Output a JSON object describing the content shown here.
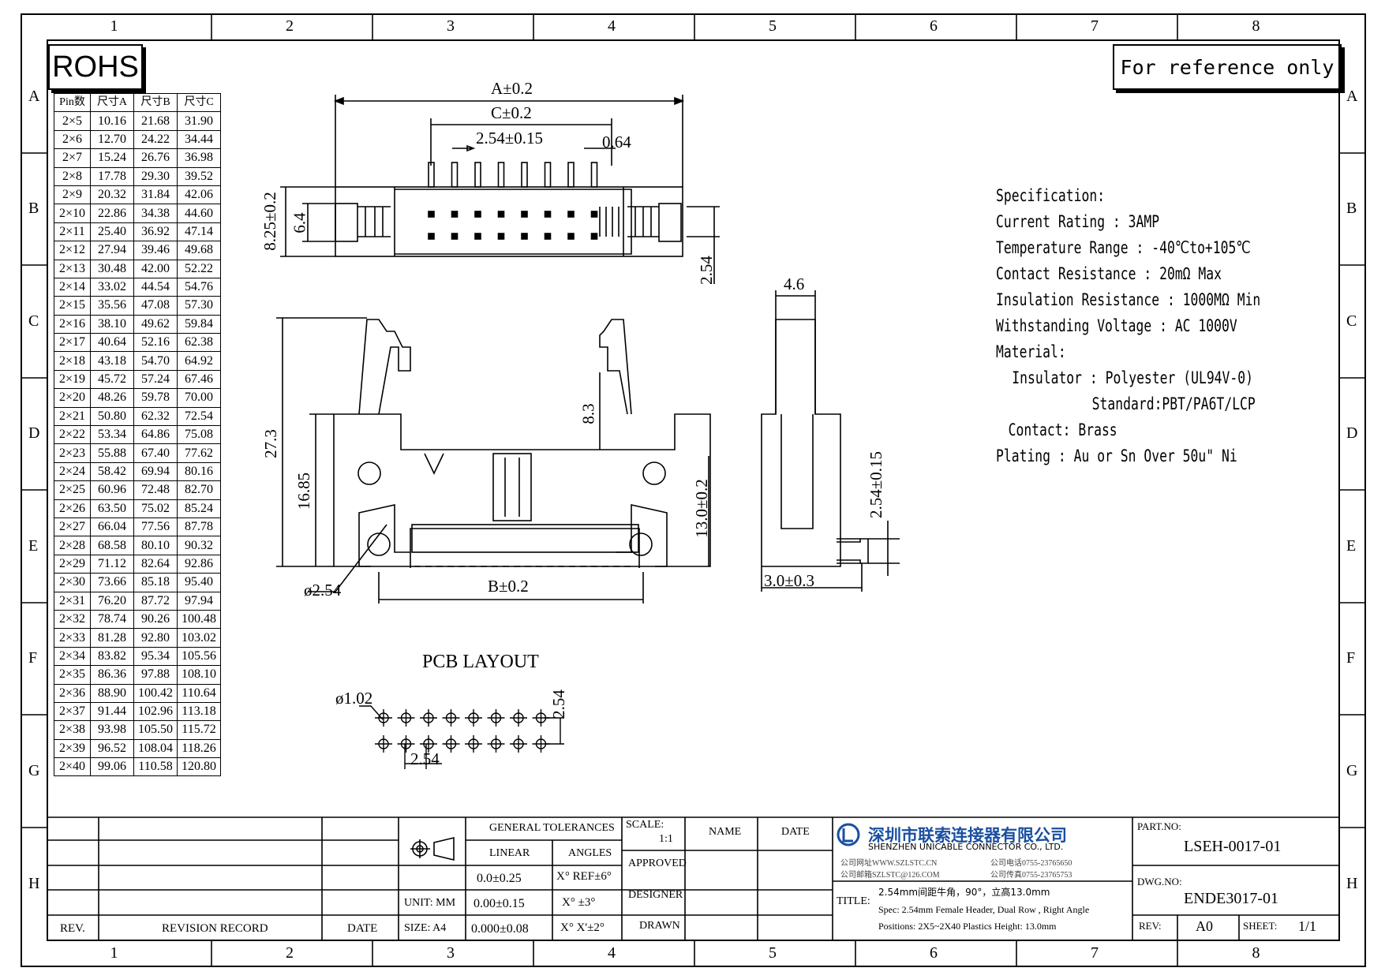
{
  "zones_top": [
    "1",
    "2",
    "3",
    "4",
    "5",
    "6",
    "7",
    "8"
  ],
  "zones_side": [
    "A",
    "B",
    "C",
    "D",
    "E",
    "F",
    "G",
    "H"
  ],
  "rohs_label": "ROHS",
  "reference_note": "For reference only",
  "table": {
    "headers": [
      "Pin数",
      "尺寸A",
      "尺寸B",
      "尺寸C"
    ],
    "rows": [
      [
        "2×5",
        "10.16",
        "21.68",
        "31.90"
      ],
      [
        "2×6",
        "12.70",
        "24.22",
        "34.44"
      ],
      [
        "2×7",
        "15.24",
        "26.76",
        "36.98"
      ],
      [
        "2×8",
        "17.78",
        "29.30",
        "39.52"
      ],
      [
        "2×9",
        "20.32",
        "31.84",
        "42.06"
      ],
      [
        "2×10",
        "22.86",
        "34.38",
        "44.60"
      ],
      [
        "2×11",
        "25.40",
        "36.92",
        "47.14"
      ],
      [
        "2×12",
        "27.94",
        "39.46",
        "49.68"
      ],
      [
        "2×13",
        "30.48",
        "42.00",
        "52.22"
      ],
      [
        "2×14",
        "33.02",
        "44.54",
        "54.76"
      ],
      [
        "2×15",
        "35.56",
        "47.08",
        "57.30"
      ],
      [
        "2×16",
        "38.10",
        "49.62",
        "59.84"
      ],
      [
        "2×17",
        "40.64",
        "52.16",
        "62.38"
      ],
      [
        "2×18",
        "43.18",
        "54.70",
        "64.92"
      ],
      [
        "2×19",
        "45.72",
        "57.24",
        "67.46"
      ],
      [
        "2×20",
        "48.26",
        "59.78",
        "70.00"
      ],
      [
        "2×21",
        "50.80",
        "62.32",
        "72.54"
      ],
      [
        "2×22",
        "53.34",
        "64.86",
        "75.08"
      ],
      [
        "2×23",
        "55.88",
        "67.40",
        "77.62"
      ],
      [
        "2×24",
        "58.42",
        "69.94",
        "80.16"
      ],
      [
        "2×25",
        "60.96",
        "72.48",
        "82.70"
      ],
      [
        "2×26",
        "63.50",
        "75.02",
        "85.24"
      ],
      [
        "2×27",
        "66.04",
        "77.56",
        "87.78"
      ],
      [
        "2×28",
        "68.58",
        "80.10",
        "90.32"
      ],
      [
        "2×29",
        "71.12",
        "82.64",
        "92.86"
      ],
      [
        "2×30",
        "73.66",
        "85.18",
        "95.40"
      ],
      [
        "2×31",
        "76.20",
        "87.72",
        "97.94"
      ],
      [
        "2×32",
        "78.74",
        "90.26",
        "100.48"
      ],
      [
        "2×33",
        "81.28",
        "92.80",
        "103.02"
      ],
      [
        "2×34",
        "83.82",
        "95.34",
        "105.56"
      ],
      [
        "2×35",
        "86.36",
        "97.88",
        "108.10"
      ],
      [
        "2×36",
        "88.90",
        "100.42",
        "110.64"
      ],
      [
        "2×37",
        "91.44",
        "102.96",
        "113.18"
      ],
      [
        "2×38",
        "93.98",
        "105.50",
        "115.72"
      ],
      [
        "2×39",
        "96.52",
        "108.04",
        "118.26"
      ],
      [
        "2×40",
        "99.06",
        "110.58",
        "120.80"
      ]
    ]
  },
  "dims": {
    "a": "A±0.2",
    "c": "C±0.2",
    "pitch": "2.54±0.15",
    "pin_w": "0.64",
    "h825": "8.25±0.2",
    "h64": "6.4",
    "row254": "2.54",
    "side46": "4.6",
    "h273": "27.3",
    "h1685": "16.85",
    "h83": "8.3",
    "h130": "13.0±0.2",
    "hole": "ø2.54",
    "b": "B±0.2",
    "side_pitch": "2.54±0.15",
    "side_w": "3.0±0.3",
    "pcb_title": "PCB LAYOUT",
    "pcb_hole": "ø1.02",
    "pcb_row": "2.54",
    "pcb_pitch": "2.54"
  },
  "spec": {
    "title": "Specification:",
    "current": "Current Rating : 3AMP",
    "temp": "Temperature Range : -40℃to+105℃",
    "contact_res": "Contact Resistance : 20mΩ Max",
    "insul_res": "Insulation Resistance : 1000MΩ Min",
    "voltage": "Withstanding Voltage : AC 1000V",
    "material": "Material:",
    "insulator": "Insulator : Polyester (UL94V-0)",
    "standard": "Standard:PBT/PA6T/LCP",
    "contact": "Contact: Brass",
    "plating": "Plating : Au or Sn Over 50u\" Ni"
  },
  "titleblock": {
    "rev": "REV.",
    "revision_record": "REVISION RECORD",
    "date": "DATE",
    "general_tol": "GENERAL TOLERANCES",
    "linear": "LINEAR",
    "angles": "ANGLES",
    "lin1": "0.0±0.25",
    "lin2": "0.00±0.15",
    "lin3": "0.000±0.08",
    "ang1": "X° REF±6°",
    "ang2": "X° ±3°",
    "ang3": "X° X'±2°",
    "unit": "UNIT: MM",
    "size": "SIZE: A4",
    "scale_label": "SCALE:",
    "scale_val": "1:1",
    "name": "NAME",
    "date2": "DATE",
    "approved": "APPROVED",
    "designer": "DESIGNER",
    "drawn": "DRAWN",
    "company_cn": "深圳市联索连接器有限公司",
    "company_en": "SHENZHEN UNICABLE CONNECTOR CO., LTD.",
    "web": "公司网址WWW.SZLSTC.CN",
    "tel": "公司电话0755-23765650",
    "email": "公司邮箱SZLSTC@126.COM",
    "fax": "公司传真0755-23765753",
    "title_label": "TITLE:",
    "title1": "2.54mm间距牛角，90°，立高13.0mm",
    "title2": "Spec: 2.54mm Female Header, Dual Row , Right Angle",
    "title3": "Positions: 2X5~2X40 Plastics Height: 13.0mm",
    "part_label": "PART.NO:",
    "part_no": "LSEH-0017-01",
    "dwg_label": "DWG.NO:",
    "dwg_no": "ENDE3017-01",
    "rev_label": "REV:",
    "rev_val": "A0",
    "sheet_label": "SHEET:",
    "sheet_val": "1/1"
  },
  "colors": {
    "ink": "#000000",
    "logo": "#1a4fa0"
  }
}
